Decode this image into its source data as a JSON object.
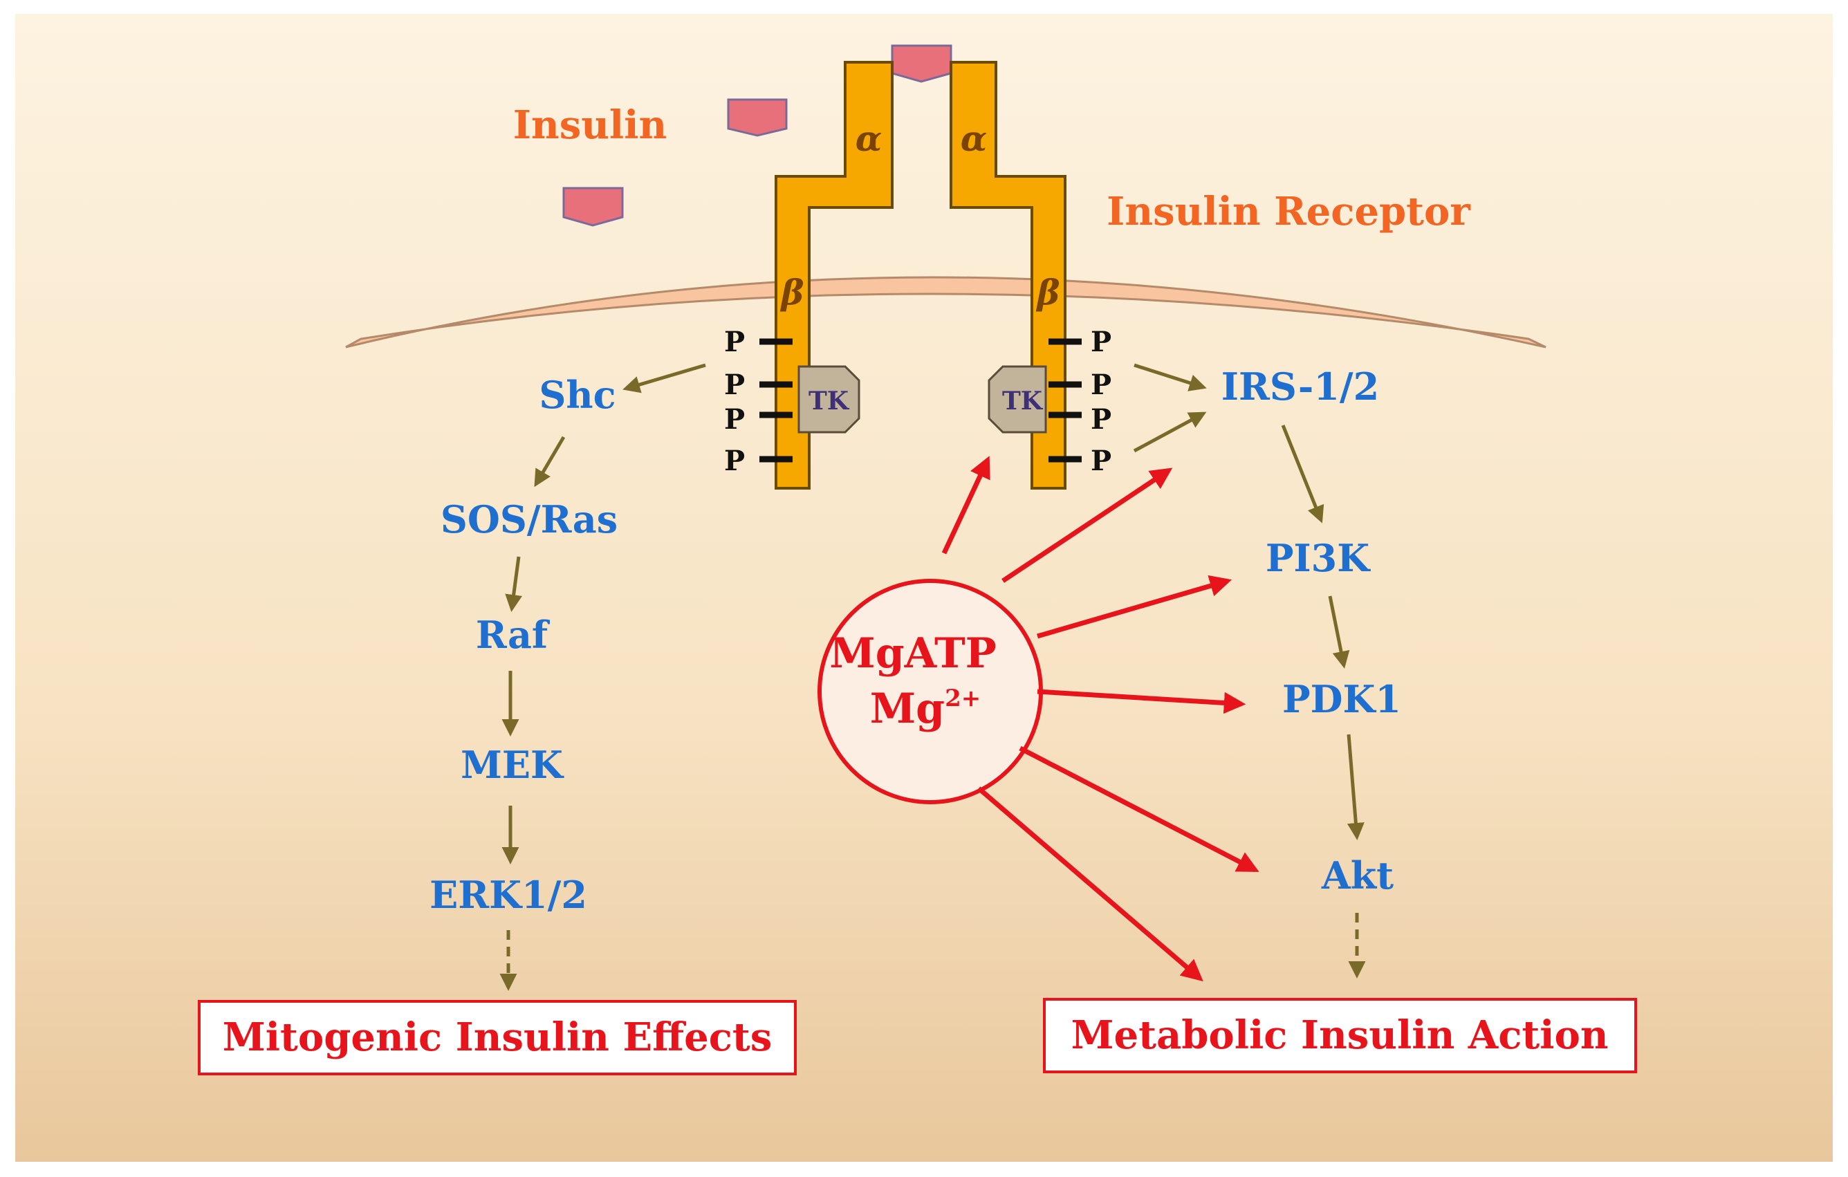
{
  "labels": {
    "insulin": "Insulin",
    "insulin_receptor": "Insulin Receptor",
    "alpha": "α",
    "beta": "β",
    "phospho": "P",
    "tk": "TK",
    "shc": "Shc",
    "sos_ras": "SOS/Ras",
    "raf": "Raf",
    "mek": "MEK",
    "erk": "ERK1/2",
    "irs": "IRS-1/2",
    "pi3k": "PI3K",
    "pdk1": "PDK1",
    "akt": "Akt",
    "mgatp": "MgATP",
    "mg": "Mg",
    "mg_charge": "2+",
    "mitogenic": "Mitogenic Insulin Effects",
    "metabolic": "Metabolic Insulin Action"
  },
  "colors": {
    "pathway_text": "#1f6fd0",
    "title_text": "#f26522",
    "effect_red": "#e8141b",
    "receptor_fill": "#f7a800",
    "membrane_fill": "#f8c5a0",
    "insulin_fill": "#e8707a",
    "tk_fill": "#c2b49a",
    "arrow_olive": "#7a6a2a"
  }
}
